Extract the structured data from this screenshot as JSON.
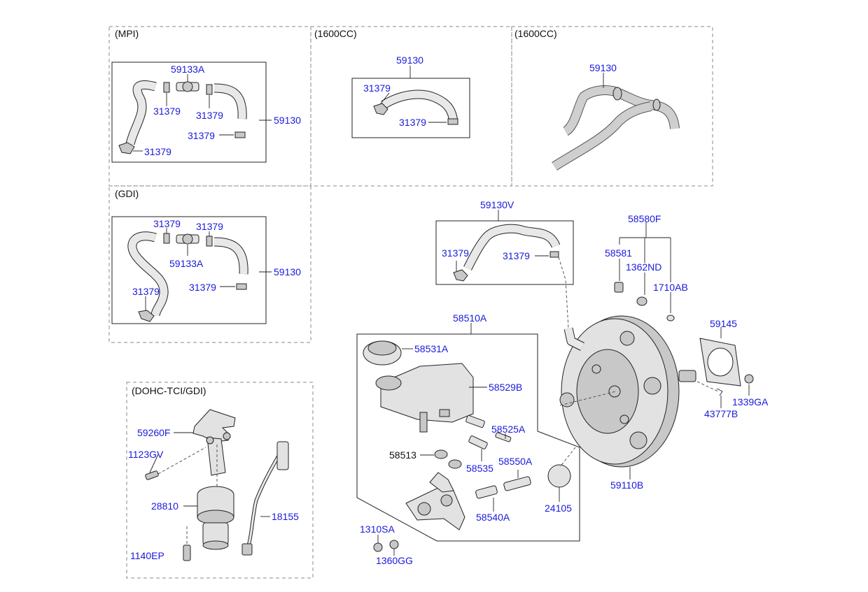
{
  "sections": {
    "mpi": "(MPI)",
    "c1600_a": "(1600CC)",
    "c1600_b": "(1600CC)",
    "gdi": "(GDI)",
    "dohc": "(DOHC-TCI/GDI)"
  },
  "parts": {
    "mpi_59133a": "59133A",
    "mpi_31379_a": "31379",
    "mpi_31379_b": "31379",
    "mpi_31379_c": "31379",
    "mpi_31379_d": "31379",
    "mpi_59130": "59130",
    "cc_59130": "59130",
    "cc_31379_a": "31379",
    "cc_31379_b": "31379",
    "cc3d_59130": "59130",
    "gdi_31379_a": "31379",
    "gdi_31379_b": "31379",
    "gdi_59133a": "59133A",
    "gdi_59130": "59130",
    "gdi_31379_c": "31379",
    "gdi_31379_d": "31379",
    "v_59130v": "59130V",
    "v_31379_a": "31379",
    "v_31379_b": "31379",
    "p_58510a": "58510A",
    "p_58531a": "58531A",
    "p_58529b": "58529B",
    "p_58525a": "58525A",
    "p_58513": "58513",
    "p_58535": "58535",
    "p_58550a": "58550A",
    "p_58540a": "58540A",
    "p_24105": "24105",
    "p_1310sa": "1310SA",
    "p_1360gg": "1360GG",
    "p_58580f": "58580F",
    "p_58581": "58581",
    "p_1362nd": "1362ND",
    "p_1710ab": "1710AB",
    "p_59145": "59145",
    "p_1339ga": "1339GA",
    "p_43777b": "43777B",
    "p_59110b": "59110B",
    "d_59260f": "59260F",
    "d_1123gv": "1123GV",
    "d_28810": "28810",
    "d_18155": "18155",
    "d_1140ep": "1140EP"
  }
}
